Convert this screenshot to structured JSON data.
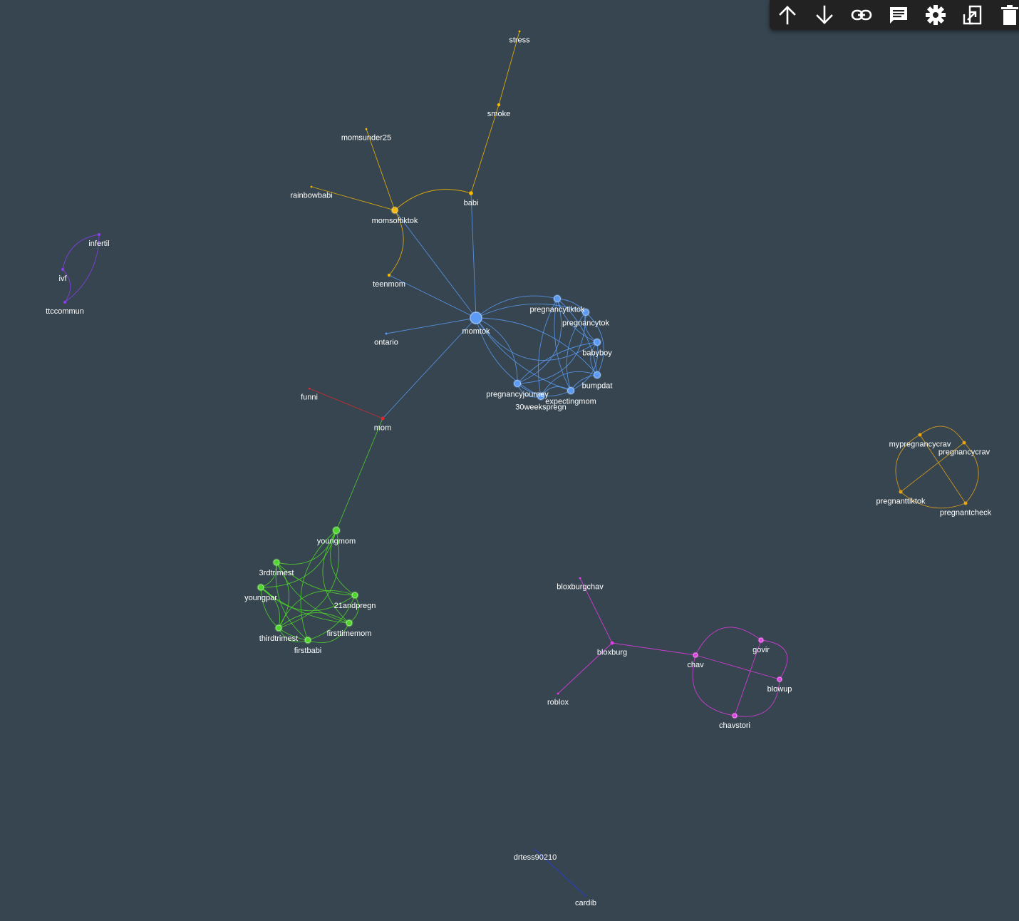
{
  "toolbar": [
    {
      "name": "move-up-button",
      "icon": "arrow-up-icon"
    },
    {
      "name": "move-down-button",
      "icon": "arrow-down-icon"
    },
    {
      "name": "link-button",
      "icon": "link-icon"
    },
    {
      "name": "comment-button",
      "icon": "comment-icon"
    },
    {
      "name": "settings-button",
      "icon": "gear-icon"
    },
    {
      "name": "export-button",
      "icon": "export-icon"
    },
    {
      "name": "delete-button",
      "icon": "trash-icon"
    }
  ],
  "colors": {
    "background": "#36454f",
    "toolbar": "#222222",
    "label": "#ffffff",
    "groups": {
      "blue": "#5b9bf5",
      "yellow": "#f5b800",
      "red": "#e0282e",
      "green": "#4fd62a",
      "purple": "#8a3ff0",
      "orange": "#e8a317",
      "magenta": "#e43ce8",
      "navy": "#2c3fb8"
    }
  },
  "graph": {
    "nodes": [
      {
        "id": "momtok",
        "label": "momtok",
        "group": "blue"
      },
      {
        "id": "pregnancytiktok",
        "label": "pregnancytiktok",
        "group": "blue"
      },
      {
        "id": "pregnancytok",
        "label": "pregnancytok",
        "group": "blue"
      },
      {
        "id": "babyboy",
        "label": "babyboy",
        "group": "blue"
      },
      {
        "id": "bumpdat",
        "label": "bumpdat",
        "group": "blue"
      },
      {
        "id": "pregnancyjourney",
        "label": "pregnancyjourney",
        "group": "blue"
      },
      {
        "id": "30weekspregn",
        "label": "30weekspregn",
        "group": "blue"
      },
      {
        "id": "expectingmom",
        "label": "expectingmom",
        "group": "blue"
      },
      {
        "id": "ontario",
        "label": "ontario",
        "group": "blue"
      },
      {
        "id": "teenmom",
        "label": "teenmom",
        "group": "yellow"
      },
      {
        "id": "momsoftiktok",
        "label": "momsoftiktok",
        "group": "yellow"
      },
      {
        "id": "babi",
        "label": "babi",
        "group": "yellow"
      },
      {
        "id": "smoke",
        "label": "smoke",
        "group": "yellow"
      },
      {
        "id": "stress",
        "label": "stress",
        "group": "yellow"
      },
      {
        "id": "momsunder25",
        "label": "momsunder25",
        "group": "yellow"
      },
      {
        "id": "rainbowbabi",
        "label": "rainbowbabi",
        "group": "yellow"
      },
      {
        "id": "mom",
        "label": "mom",
        "group": "red"
      },
      {
        "id": "funni",
        "label": "funni",
        "group": "red"
      },
      {
        "id": "youngmom",
        "label": "youngmom",
        "group": "green"
      },
      {
        "id": "3rdtrimest",
        "label": "3rdtrimest",
        "group": "green"
      },
      {
        "id": "youngpar",
        "label": "youngpar",
        "group": "green"
      },
      {
        "id": "21andpregn",
        "label": "21andpregn",
        "group": "green"
      },
      {
        "id": "firsttimemom",
        "label": "firsttimemom",
        "group": "green"
      },
      {
        "id": "thirdtrimest",
        "label": "thirdtrimest",
        "group": "green"
      },
      {
        "id": "firstbabi",
        "label": "firstbabi",
        "group": "green"
      },
      {
        "id": "infertil",
        "label": "infertil",
        "group": "purple"
      },
      {
        "id": "ivf",
        "label": "ivf",
        "group": "purple"
      },
      {
        "id": "ttccommun",
        "label": "ttccommun",
        "group": "purple"
      },
      {
        "id": "mypregnancycrav",
        "label": "mypregnancycrav",
        "group": "orange"
      },
      {
        "id": "pregnancycrav",
        "label": "pregnancycrav",
        "group": "orange"
      },
      {
        "id": "pregnanttiktok",
        "label": "pregnanttiktok",
        "group": "orange"
      },
      {
        "id": "pregnantcheck",
        "label": "pregnantcheck",
        "group": "orange"
      },
      {
        "id": "bloxburgchav",
        "label": "bloxburgchav",
        "group": "magenta"
      },
      {
        "id": "bloxburg",
        "label": "bloxburg",
        "group": "magenta"
      },
      {
        "id": "roblox",
        "label": "roblox",
        "group": "magenta"
      },
      {
        "id": "chav",
        "label": "chav",
        "group": "magenta"
      },
      {
        "id": "govir",
        "label": "govir",
        "group": "magenta"
      },
      {
        "id": "blowup",
        "label": "blowup",
        "group": "magenta"
      },
      {
        "id": "chavstori",
        "label": "chavstori",
        "group": "magenta"
      },
      {
        "id": "drtess90210",
        "label": "drtess90210",
        "group": "navy"
      },
      {
        "id": "cardib",
        "label": "cardib",
        "group": "navy"
      }
    ],
    "edges": [
      {
        "source": "stress",
        "target": "smoke",
        "group": "yellow"
      },
      {
        "source": "smoke",
        "target": "babi",
        "group": "yellow"
      },
      {
        "source": "babi",
        "target": "momsoftiktok",
        "group": "yellow"
      },
      {
        "source": "momsunder25",
        "target": "momsoftiktok",
        "group": "yellow"
      },
      {
        "source": "rainbowbabi",
        "target": "momsoftiktok",
        "group": "yellow"
      },
      {
        "source": "momsoftiktok",
        "target": "teenmom",
        "group": "yellow"
      },
      {
        "source": "momsoftiktok",
        "target": "momtok",
        "group": "blue"
      },
      {
        "source": "babi",
        "target": "momtok",
        "group": "blue"
      },
      {
        "source": "teenmom",
        "target": "momtok",
        "group": "blue"
      },
      {
        "source": "ontario",
        "target": "momtok",
        "group": "blue"
      },
      {
        "source": "mom",
        "target": "momtok",
        "group": "blue"
      },
      {
        "source": "momtok",
        "target": "pregnancytiktok",
        "group": "blue"
      },
      {
        "source": "momtok",
        "target": "pregnancytok",
        "group": "blue"
      },
      {
        "source": "momtok",
        "target": "babyboy",
        "group": "blue"
      },
      {
        "source": "momtok",
        "target": "bumpdat",
        "group": "blue"
      },
      {
        "source": "momtok",
        "target": "pregnancyjourney",
        "group": "blue"
      },
      {
        "source": "momtok",
        "target": "30weekspregn",
        "group": "blue"
      },
      {
        "source": "momtok",
        "target": "expectingmom",
        "group": "blue"
      },
      {
        "source": "pregnancytiktok",
        "target": "pregnancytok",
        "group": "blue"
      },
      {
        "source": "pregnancytiktok",
        "target": "babyboy",
        "group": "blue"
      },
      {
        "source": "pregnancytiktok",
        "target": "bumpdat",
        "group": "blue"
      },
      {
        "source": "pregnancytiktok",
        "target": "pregnancyjourney",
        "group": "blue"
      },
      {
        "source": "pregnancytiktok",
        "target": "30weekspregn",
        "group": "blue"
      },
      {
        "source": "pregnancytiktok",
        "target": "expectingmom",
        "group": "blue"
      },
      {
        "source": "pregnancytok",
        "target": "babyboy",
        "group": "blue"
      },
      {
        "source": "pregnancytok",
        "target": "bumpdat",
        "group": "blue"
      },
      {
        "source": "pregnancytok",
        "target": "pregnancyjourney",
        "group": "blue"
      },
      {
        "source": "pregnancytok",
        "target": "expectingmom",
        "group": "blue"
      },
      {
        "source": "babyboy",
        "target": "bumpdat",
        "group": "blue"
      },
      {
        "source": "babyboy",
        "target": "pregnancyjourney",
        "group": "blue"
      },
      {
        "source": "babyboy",
        "target": "expectingmom",
        "group": "blue"
      },
      {
        "source": "bumpdat",
        "target": "expectingmom",
        "group": "blue"
      },
      {
        "source": "bumpdat",
        "target": "30weekspregn",
        "group": "blue"
      },
      {
        "source": "pregnancyjourney",
        "target": "30weekspregn",
        "group": "blue"
      },
      {
        "source": "pregnancyjourney",
        "target": "expectingmom",
        "group": "blue"
      },
      {
        "source": "30weekspregn",
        "target": "expectingmom",
        "group": "blue"
      },
      {
        "source": "funni",
        "target": "mom",
        "group": "red"
      },
      {
        "source": "mom",
        "target": "youngmom",
        "group": "green"
      },
      {
        "source": "youngmom",
        "target": "3rdtrimest",
        "group": "green"
      },
      {
        "source": "youngmom",
        "target": "youngpar",
        "group": "green"
      },
      {
        "source": "youngmom",
        "target": "21andpregn",
        "group": "green"
      },
      {
        "source": "youngmom",
        "target": "firsttimemom",
        "group": "green"
      },
      {
        "source": "youngmom",
        "target": "thirdtrimest",
        "group": "green"
      },
      {
        "source": "youngmom",
        "target": "firstbabi",
        "group": "green"
      },
      {
        "source": "3rdtrimest",
        "target": "youngpar",
        "group": "green"
      },
      {
        "source": "3rdtrimest",
        "target": "21andpregn",
        "group": "green"
      },
      {
        "source": "3rdtrimest",
        "target": "thirdtrimest",
        "group": "green"
      },
      {
        "source": "3rdtrimest",
        "target": "firsttimemom",
        "group": "green"
      },
      {
        "source": "3rdtrimest",
        "target": "firstbabi",
        "group": "green"
      },
      {
        "source": "youngpar",
        "target": "21andpregn",
        "group": "green"
      },
      {
        "source": "youngpar",
        "target": "thirdtrimest",
        "group": "green"
      },
      {
        "source": "youngpar",
        "target": "firstbabi",
        "group": "green"
      },
      {
        "source": "youngpar",
        "target": "firsttimemom",
        "group": "green"
      },
      {
        "source": "21andpregn",
        "target": "firsttimemom",
        "group": "green"
      },
      {
        "source": "21andpregn",
        "target": "thirdtrimest",
        "group": "green"
      },
      {
        "source": "21andpregn",
        "target": "firstbabi",
        "group": "green"
      },
      {
        "source": "firsttimemom",
        "target": "firstbabi",
        "group": "green"
      },
      {
        "source": "firsttimemom",
        "target": "thirdtrimest",
        "group": "green"
      },
      {
        "source": "thirdtrimest",
        "target": "firstbabi",
        "group": "green"
      },
      {
        "source": "infertil",
        "target": "ivf",
        "group": "purple"
      },
      {
        "source": "infertil",
        "target": "ttccommun",
        "group": "purple"
      },
      {
        "source": "ivf",
        "target": "ttccommun",
        "group": "purple"
      },
      {
        "source": "mypregnancycrav",
        "target": "pregnancycrav",
        "group": "orange"
      },
      {
        "source": "mypregnancycrav",
        "target": "pregnanttiktok",
        "group": "orange"
      },
      {
        "source": "mypregnancycrav",
        "target": "pregnantcheck",
        "group": "orange"
      },
      {
        "source": "pregnancycrav",
        "target": "pregnanttiktok",
        "group": "orange"
      },
      {
        "source": "pregnancycrav",
        "target": "pregnantcheck",
        "group": "orange"
      },
      {
        "source": "pregnanttiktok",
        "target": "pregnantcheck",
        "group": "orange"
      },
      {
        "source": "bloxburgchav",
        "target": "bloxburg",
        "group": "magenta"
      },
      {
        "source": "roblox",
        "target": "bloxburg",
        "group": "magenta"
      },
      {
        "source": "bloxburg",
        "target": "chav",
        "group": "magenta"
      },
      {
        "source": "chav",
        "target": "govir",
        "group": "magenta"
      },
      {
        "source": "chav",
        "target": "blowup",
        "group": "magenta"
      },
      {
        "source": "chav",
        "target": "chavstori",
        "group": "magenta"
      },
      {
        "source": "govir",
        "target": "blowup",
        "group": "magenta"
      },
      {
        "source": "govir",
        "target": "chavstori",
        "group": "magenta"
      },
      {
        "source": "blowup",
        "target": "chavstori",
        "group": "magenta"
      },
      {
        "source": "drtess90210",
        "target": "cardib",
        "group": "navy"
      }
    ]
  }
}
